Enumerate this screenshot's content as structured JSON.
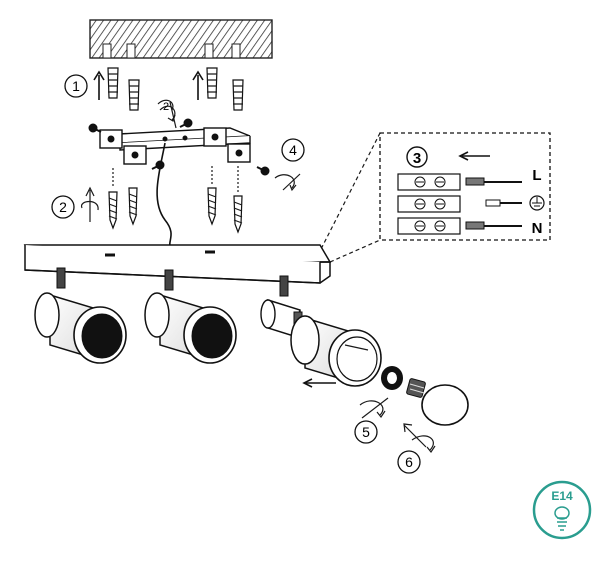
{
  "steps": {
    "s1": "1",
    "s2a": "2",
    "s2b": "2",
    "s3": "3",
    "s4": "4",
    "s5": "5",
    "s6": "6"
  },
  "wiring": {
    "live": "L",
    "neutral": "N"
  },
  "badge": {
    "text": "E14",
    "color": "#2a9d8f"
  }
}
